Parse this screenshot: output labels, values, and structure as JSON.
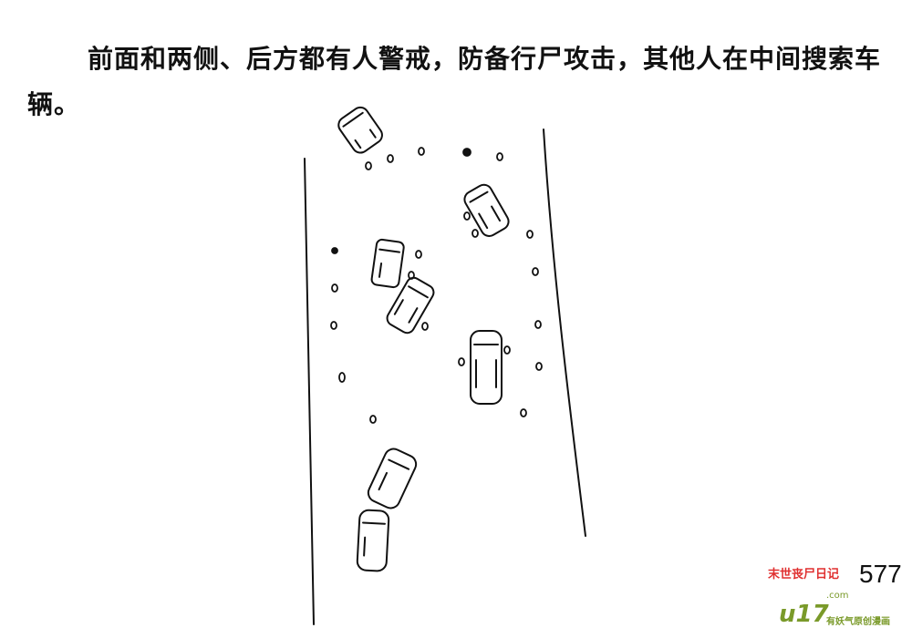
{
  "caption": "前面和两侧、后方都有人警戒，防备行尸攻击，其他人在中间搜索车辆。",
  "page_number": "577",
  "watermark": {
    "logo": "u17.com",
    "slogan": "有妖气原创漫画",
    "stamp": "末世丧尸日记"
  },
  "colors": {
    "ink": "#111111",
    "logo_green": "#7a9a2a",
    "stamp_red": "#e03030"
  }
}
